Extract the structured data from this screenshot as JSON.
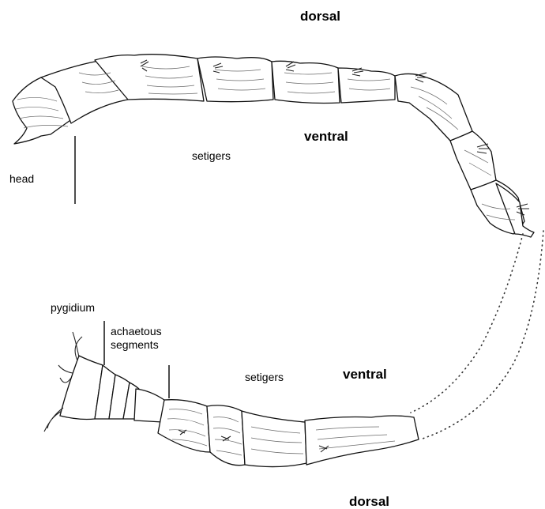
{
  "labels": {
    "dorsal_top": "dorsal",
    "ventral_top": "ventral",
    "setigers_top": "setigers",
    "head": "head",
    "pygidium": "pygidium",
    "achaetous_line1": "achaetous",
    "achaetous_line2": "segments",
    "setigers_bottom": "setigers",
    "ventral_bottom": "ventral",
    "dorsal_bottom": "dorsal"
  }
}
